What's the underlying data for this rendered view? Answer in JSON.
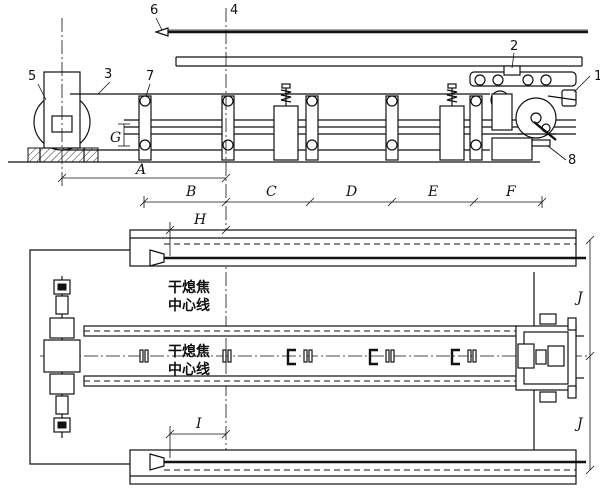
{
  "part_labels": [
    "1",
    "2",
    "3",
    "4",
    "5",
    "6",
    "7",
    "8"
  ],
  "dimension_labels": {
    "a": "A",
    "b": "B",
    "c": "C",
    "d": "D",
    "e": "E",
    "f": "F",
    "g": "G",
    "h": "H",
    "i": "I",
    "j": "J"
  },
  "annotations": {
    "top_line1": "干熄焦",
    "top_line2": "中心线",
    "mid_line1": "干熄焦",
    "mid_line2": "中心线"
  }
}
